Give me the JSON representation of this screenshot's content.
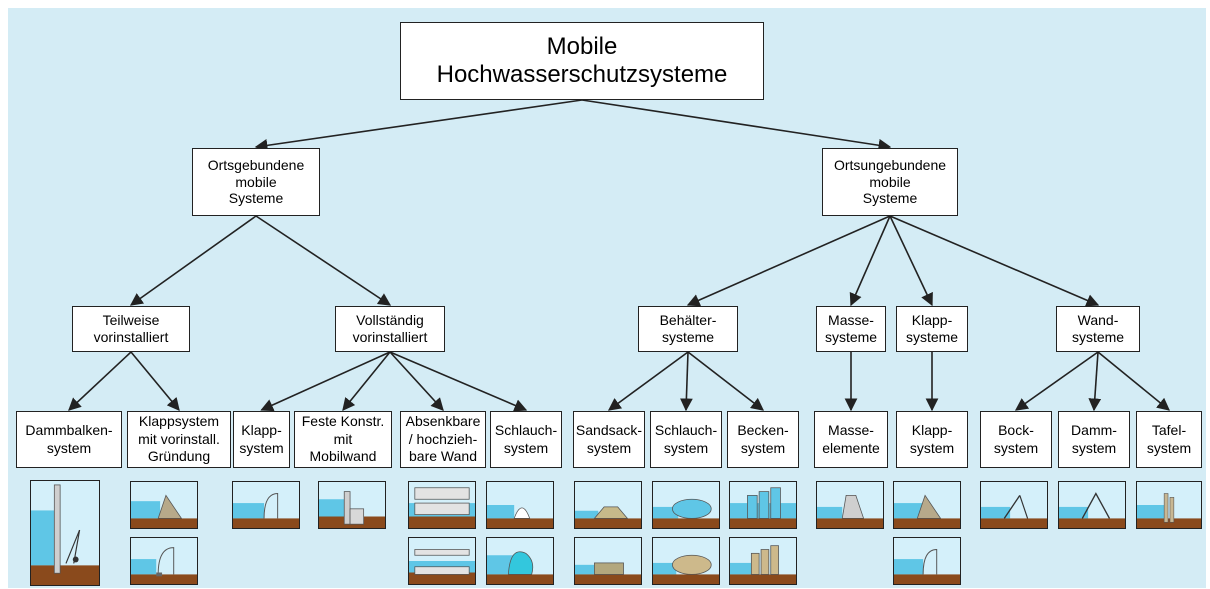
{
  "title": "Mobile\nHochwasserschutzsysteme",
  "level1": {
    "ortsgebunden": "Ortsgebundene\nmobile\nSysteme",
    "ortsungebunden": "Ortsungebundene\nmobile\nSysteme"
  },
  "level2": {
    "teilweise": "Teilweise\nvorinstalliert",
    "vollstaendig": "Vollständig\nvorinstalliert",
    "behaelter": "Behälter-\nsysteme",
    "masse": "Masse-\nsysteme",
    "klapp": "Klapp-\nsysteme",
    "wand": "Wand-\nsysteme"
  },
  "level3": {
    "dammbalken": "Dammbalken-\nsystem",
    "klappsystem_vorinstall": "Klappsystem\nmit vorinstall.\nGründung",
    "klapp_system": "Klapp-\nsystem",
    "feste_konstr": "Feste Konstr.\nmit\nMobilwand",
    "absenkbare": "Absenkbare\n/ hochzieh-\nbare Wand",
    "schlauch_1": "Schlauch-\nsystem",
    "sandsack": "Sandsack-\nsystem",
    "schlauch_2": "Schlauch-\nsystem",
    "becken": "Becken-\nsystem",
    "masse_elemente": "Masse-\nelemente",
    "klapp_system_2": "Klapp-\nsystem",
    "bock": "Bock-\nsystem",
    "damm": "Damm-\nsystem",
    "tafel": "Tafel-\nsystem"
  },
  "colors": {
    "background": "#d4ecf5",
    "water": "#5fc6e6",
    "soil": "#8a4a1c",
    "line": "#222222"
  },
  "illustrations": [
    "dammbalken-pic",
    "klappsystem-vorinstall-pic-1",
    "klappsystem-vorinstall-pic-2",
    "klapp-system-pic",
    "feste-konstr-pic",
    "absenkbare-pic-1",
    "absenkbare-pic-2",
    "schlauch-pic-1",
    "schlauch-pic-2",
    "sandsack-pic-1",
    "sandsack-pic-2",
    "schlauch2-pic-1",
    "schlauch2-pic-2",
    "becken-pic-1",
    "becken-pic-2",
    "masse-elemente-pic",
    "klapp2-pic-1",
    "klapp2-pic-2",
    "bock-pic",
    "damm-pic",
    "tafel-pic"
  ]
}
